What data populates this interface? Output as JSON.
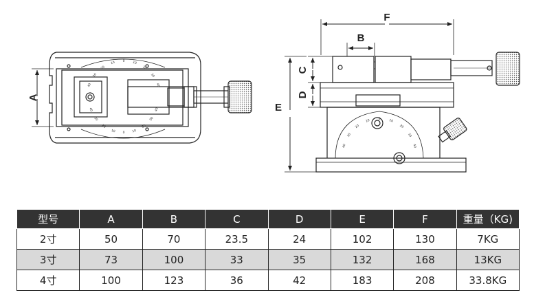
{
  "dimension_labels": {
    "A": "A",
    "B": "B",
    "C": "C",
    "D": "D",
    "E": "E",
    "F": "F"
  },
  "scale_numbers": [
    "40",
    "30",
    "20",
    "10",
    "0",
    "10",
    "20",
    "30",
    "40"
  ],
  "table": {
    "headers": [
      "型号",
      "A",
      "B",
      "C",
      "D",
      "E",
      "F",
      "重量（KG)"
    ],
    "rows": [
      [
        "2寸",
        "50",
        "70",
        "23.5",
        "24",
        "102",
        "130",
        "7KG"
      ],
      [
        "3寸",
        "73",
        "100",
        "33",
        "35",
        "132",
        "168",
        "13KG"
      ],
      [
        "4寸",
        "100",
        "123",
        "36",
        "42",
        "183",
        "208",
        "33.8KG"
      ]
    ]
  },
  "colors": {
    "line": "#222222",
    "header_bg": "#333333",
    "row_alt_bg": "#d9d9d9"
  }
}
